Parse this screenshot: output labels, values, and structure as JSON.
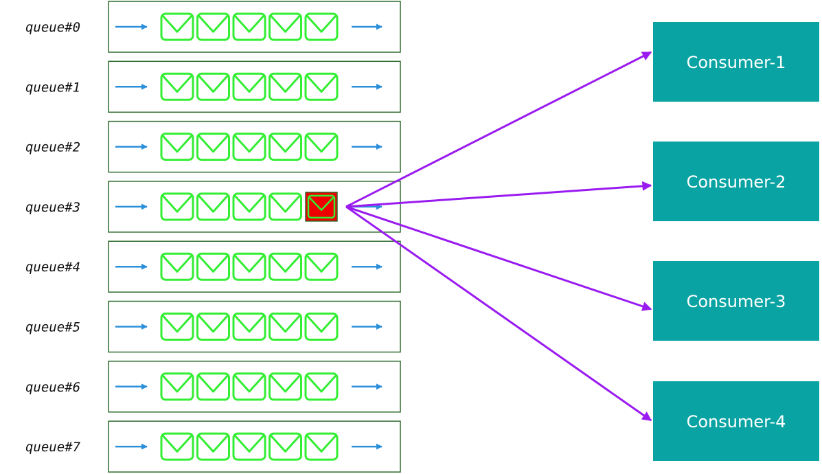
{
  "colors": {
    "queue_border": "#2e6b2e",
    "flow_arrow": "#2b8fd9",
    "message": "#33ee33",
    "highlight_fill": "#ee0000",
    "consumer_fill": "#0aa3a3",
    "consumer_text": "#ffffff",
    "dispatch_arrow": "#9a1bf0"
  },
  "queues": [
    {
      "label": "queue#0",
      "messages": 5,
      "highlight_index": -1
    },
    {
      "label": "queue#1",
      "messages": 5,
      "highlight_index": -1
    },
    {
      "label": "queue#2",
      "messages": 5,
      "highlight_index": -1
    },
    {
      "label": "queue#3",
      "messages": 5,
      "highlight_index": 4
    },
    {
      "label": "queue#4",
      "messages": 5,
      "highlight_index": -1
    },
    {
      "label": "queue#5",
      "messages": 5,
      "highlight_index": -1
    },
    {
      "label": "queue#6",
      "messages": 5,
      "highlight_index": -1
    },
    {
      "label": "queue#7",
      "messages": 5,
      "highlight_index": -1
    }
  ],
  "consumers": [
    {
      "label": "Consumer-1"
    },
    {
      "label": "Consumer-2"
    },
    {
      "label": "Consumer-3"
    },
    {
      "label": "Consumer-4"
    }
  ],
  "dispatch": {
    "source_queue": 3,
    "targets": [
      0,
      1,
      2,
      3
    ],
    "icon": "envelope-icon"
  }
}
